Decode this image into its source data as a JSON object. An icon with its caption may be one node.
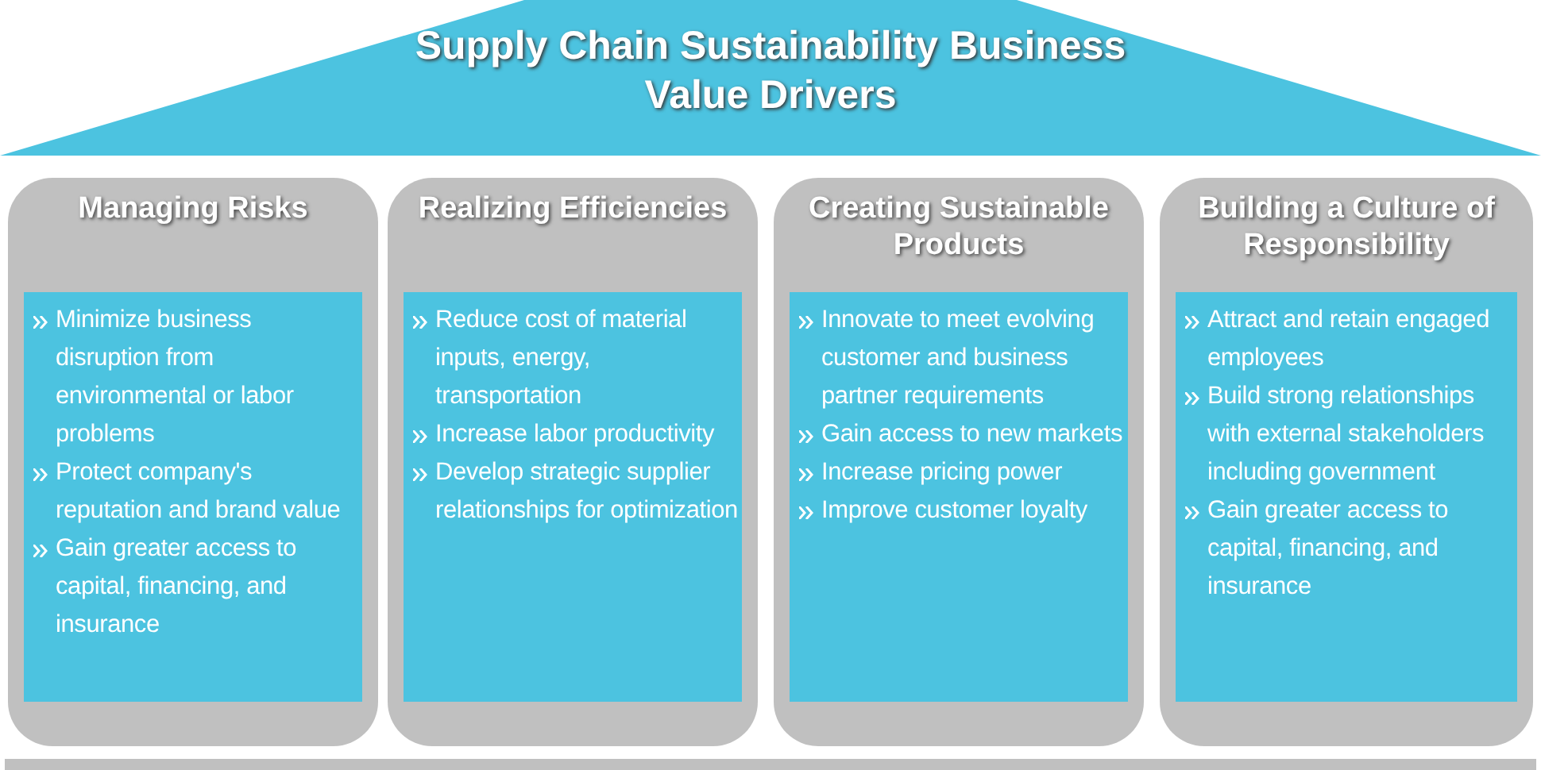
{
  "diagram": {
    "title": "Supply Chain Sustainability Business Value Drivers",
    "nodes": [
      {
        "text": [
          "Managing Risks"
        ]
      },
      {
        "text": [
          "Minimize business disruption from environmental or labor problems",
          "Protect company's reputation and brand value",
          "Gain greater access to capital, financing, and insurance"
        ],
        "in": 0
      },
      {
        "text": [
          "Realizing Efficiencies"
        ]
      },
      {
        "text": [
          "Reduce cost of material inputs, energy, transportation",
          "Increase labor productivity",
          "Develop strategic supplier relationships for optimization"
        ],
        "in": 2
      },
      {
        "text": [
          "Creating Sustainable Products"
        ]
      },
      {
        "text": [
          "Innovate to meet evolving customer and business partner requirements",
          "Gain access to new markets",
          "Increase pricing power",
          "Improve customer loyalty"
        ],
        "in": 4
      },
      {
        "text": [
          "Building a Culture of Responsibility"
        ]
      },
      {
        "text": [
          "Attract and retain engaged employees",
          "Build strong relationships with external stakeholders including government",
          "Gain greater access to capital, financing, and insurance"
        ],
        "in": 6
      }
    ],
    "edges": []
  }
}
